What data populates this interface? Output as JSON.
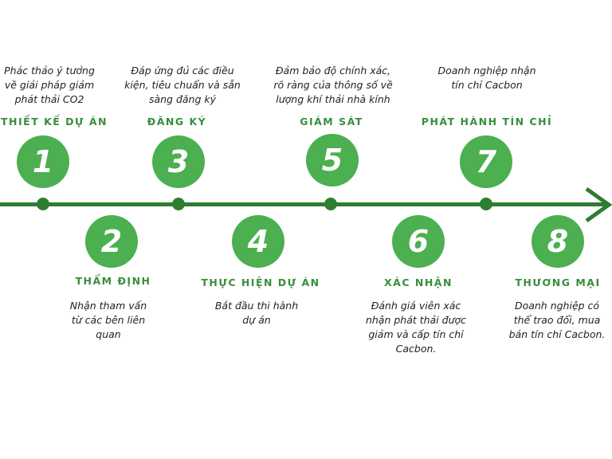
{
  "colors": {
    "line": "#2e7d32",
    "circle": "#4caf50",
    "title": "#388e3c"
  },
  "steps": [
    {
      "number": "1",
      "title": "THIẾT KẾ  DỰ ÁN",
      "desc": [
        "Phác thảo ý tưởng",
        "về giải pháp giảm",
        "phát thải CO2"
      ]
    },
    {
      "number": "2",
      "title": "THẨM ĐỊNH",
      "desc": [
        "Nhận tham vấn",
        "từ các bên liên",
        "quan"
      ]
    },
    {
      "number": "3",
      "title": "ĐĂNG KÝ",
      "desc": [
        "Đáp ứng đủ các điều",
        "kiện, tiêu chuẩn và sẵn",
        "sàng đăng ký"
      ]
    },
    {
      "number": "4",
      "title": "THỰC HIỆN DỰ ÁN",
      "desc": [
        "Bắt đầu thi hành",
        "dự án"
      ]
    },
    {
      "number": "5",
      "title": "GIÁM SÁT",
      "desc": [
        "Đảm bảo độ chính xác,",
        "rõ ràng của thông số về",
        "lượng khí thải nhà kính"
      ]
    },
    {
      "number": "6",
      "title": "XÁC NHẬN",
      "desc": [
        "Đánh giá viên xác",
        "nhận phát thải được",
        "giảm và cấp tín chỉ",
        "Cacbon."
      ]
    },
    {
      "number": "7",
      "title": "PHÁT HÀNH TÍN CHỈ",
      "desc": [
        "Doanh nghiệp nhận",
        "tín chỉ Cacbon"
      ]
    },
    {
      "number": "8",
      "title": "THƯƠNG MẠI",
      "desc": [
        "Doanh nghiệp có",
        "thể trao đổi, mua",
        "bán tín chỉ Cacbon."
      ]
    }
  ]
}
